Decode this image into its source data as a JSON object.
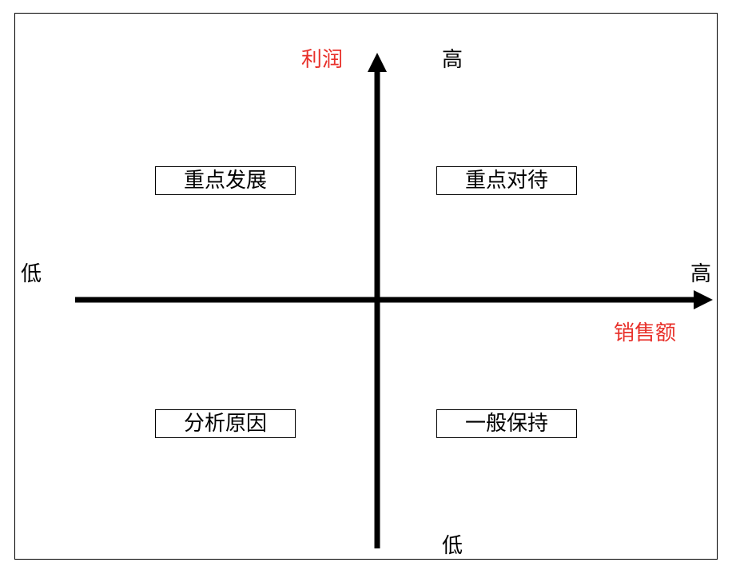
{
  "axes": {
    "y_title": "利润",
    "y_high": "高",
    "y_low": "低",
    "x_title": "销售额",
    "x_high": "高",
    "x_low": "低"
  },
  "quadrants": {
    "top_left": "重点发展",
    "top_right": "重点对待",
    "bottom_left": "分析原因",
    "bottom_right": "一般保持"
  },
  "colors": {
    "axis_title": "#e8302a",
    "line": "#000000"
  }
}
